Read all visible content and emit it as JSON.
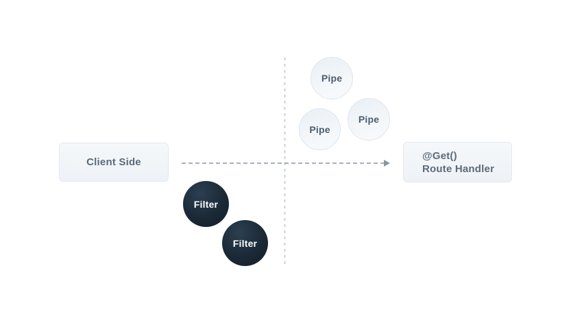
{
  "diagram": {
    "nodes": {
      "client_box": {
        "label": "Client Side"
      },
      "route_box": {
        "line1": "@Get()",
        "line2": "Route Handler"
      },
      "filters": [
        {
          "label": "Filter"
        },
        {
          "label": "Filter"
        }
      ],
      "pipes": [
        {
          "label": "Pipe"
        },
        {
          "label": "Pipe"
        },
        {
          "label": "Pipe"
        }
      ]
    },
    "connectors": {
      "request_arrow": {
        "style": "dashed",
        "direction": "right"
      },
      "boundary_divider": {
        "style": "dashed",
        "orientation": "vertical"
      }
    },
    "colors": {
      "background": "#ffffff",
      "box_background": "#f1f5f9",
      "box_border": "#e3e9ef",
      "box_text": "#5c6b7a",
      "pipe_background": "#eff4f8",
      "pipe_border": "#dee6ed",
      "pipe_text": "#4d5d6d",
      "filter_background": "#1b2936",
      "filter_text": "#fdfdfd",
      "arrow": "#8b95a1",
      "divider": "#c9d0d7"
    }
  }
}
